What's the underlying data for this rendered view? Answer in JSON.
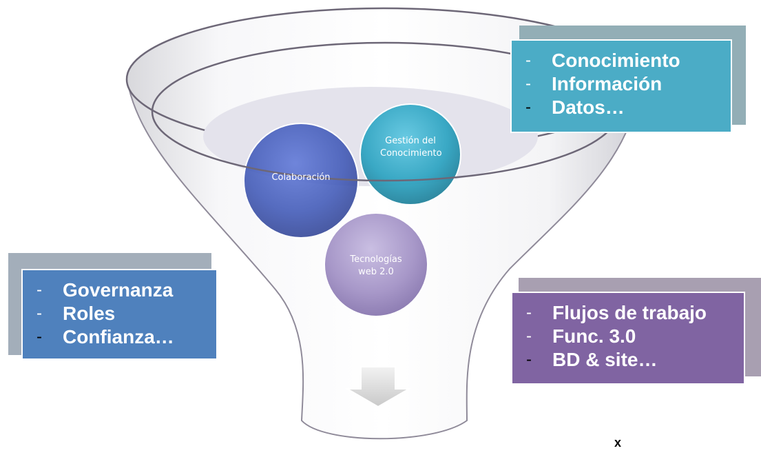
{
  "circles": {
    "collaboration": "Colaboración",
    "knowledge_management": "Gestión del Conocimiento",
    "technologies": "Tecnologías web 2.0"
  },
  "boxes": {
    "top_right": {
      "color": "#4bacc6",
      "dash": "-",
      "items": [
        "Conocimiento",
        "Información",
        "Datos…"
      ]
    },
    "left": {
      "color": "#4f81bd",
      "dash": "-",
      "items": [
        "Governanza",
        "Roles",
        "Confianza…"
      ]
    },
    "right": {
      "color": "#8064a2",
      "dash": "-",
      "items": [
        "Flujos de trabajo",
        "Func. 3.0",
        "BD & site…"
      ]
    }
  },
  "footer_mark": "x",
  "colors": {
    "funnel_rim": "#6d6777",
    "funnel_inner_ellipse": "#e4e3ec",
    "collaboration_circle": "#3f58b7",
    "knowledge_circle": "#2ba3c1",
    "technologies_circle": "#a08fc4",
    "arrow": "#d9d9d9"
  }
}
